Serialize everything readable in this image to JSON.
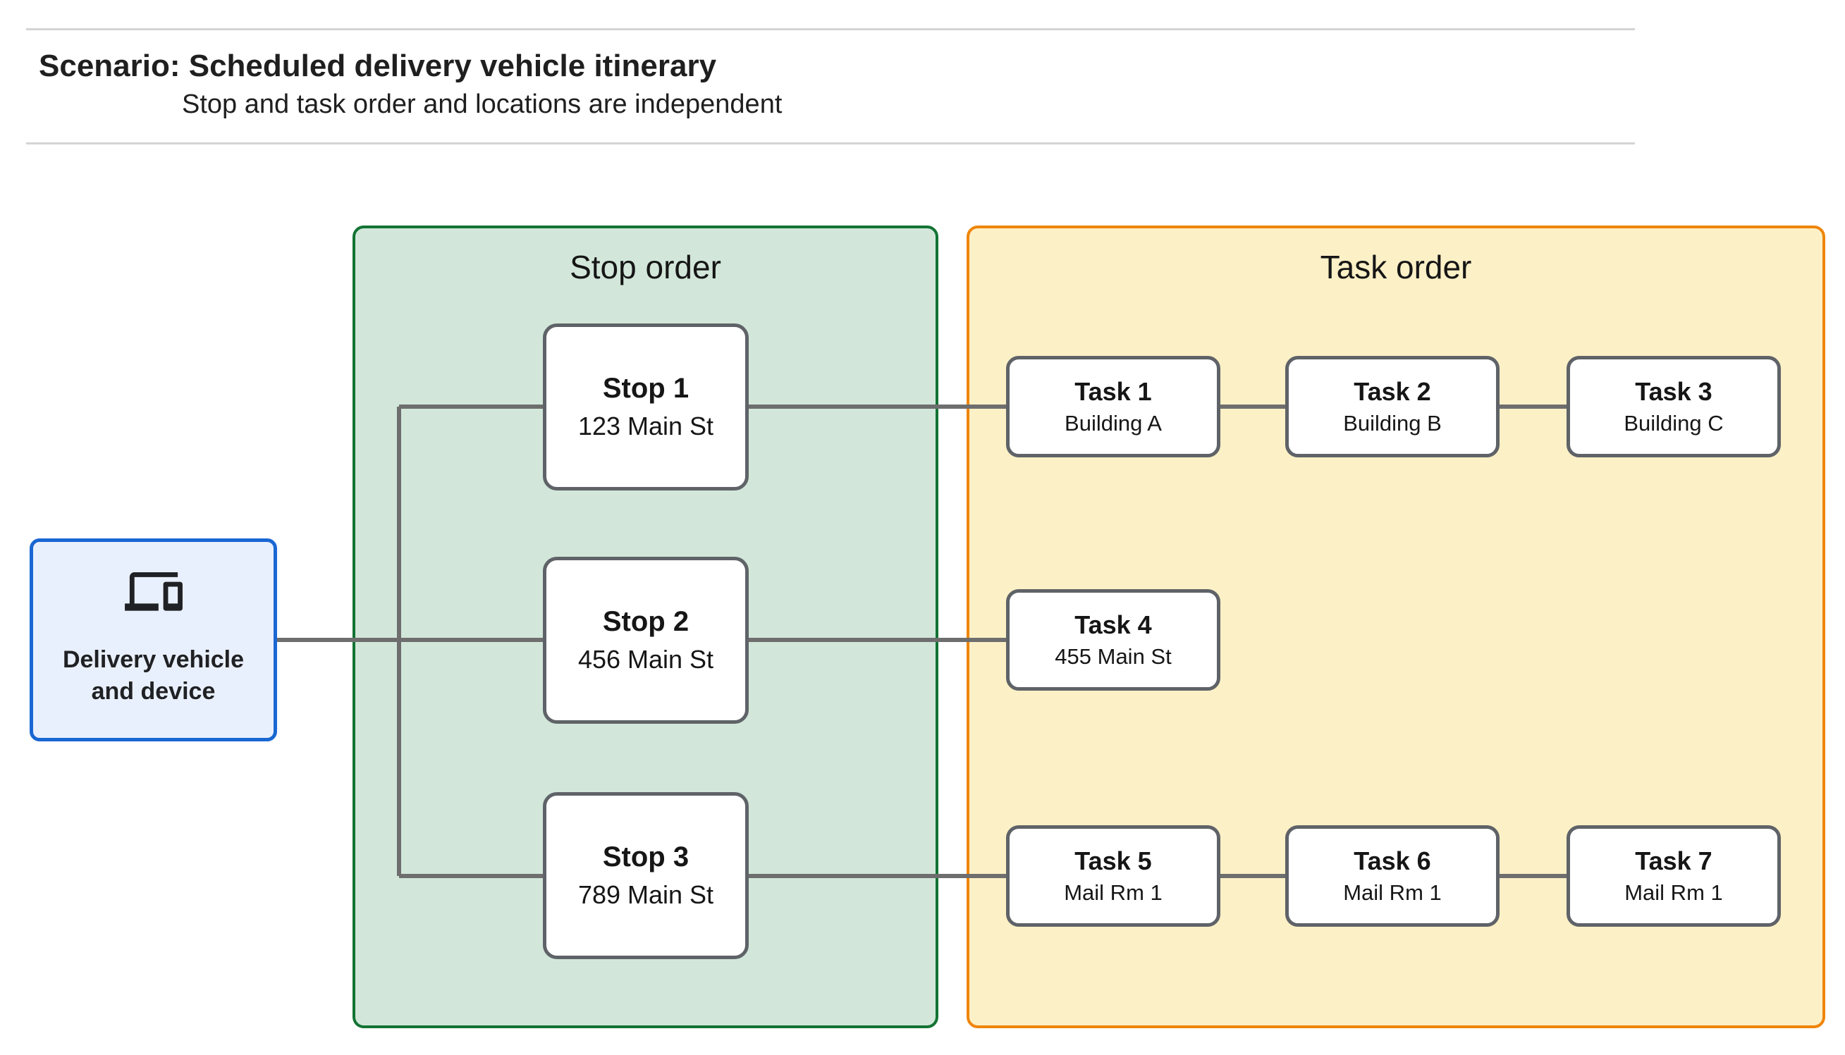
{
  "colors": {
    "page-bg": "#ffffff",
    "rule": "#d4d4d4",
    "text": "#1f1f1f",
    "connector": "#6e6e6e",
    "node-border": "#5f6368",
    "node-bg": "#ffffff",
    "stop-panel-bg": "#d2e7da",
    "stop-panel-border": "#137333",
    "task-panel-bg": "#fcf0c6",
    "task-panel-border": "#ef8509",
    "vehicle-bg": "#e9f0fd",
    "vehicle-border": "#1967d2",
    "icon": "#202124"
  },
  "header": {
    "title": "Scenario: Scheduled delivery vehicle itinerary",
    "subtitle": "Stop and task order and locations are independent"
  },
  "vehicle": {
    "label_line1": "Delivery vehicle",
    "label_line2": "and device",
    "icon": "devices-icon"
  },
  "panels": {
    "stop_order": {
      "title": "Stop order"
    },
    "task_order": {
      "title": "Task order"
    }
  },
  "stops": [
    {
      "name": "Stop 1",
      "location": "123 Main St"
    },
    {
      "name": "Stop 2",
      "location": "456 Main St"
    },
    {
      "name": "Stop 3",
      "location": "789 Main St"
    }
  ],
  "task_rows": [
    {
      "for_stop": "Stop 1",
      "tasks": [
        {
          "name": "Task 1",
          "location": "Building A"
        },
        {
          "name": "Task 2",
          "location": "Building B"
        },
        {
          "name": "Task 3",
          "location": "Building C"
        }
      ]
    },
    {
      "for_stop": "Stop 2",
      "tasks": [
        {
          "name": "Task 4",
          "location": "455 Main St"
        }
      ]
    },
    {
      "for_stop": "Stop 3",
      "tasks": [
        {
          "name": "Task 5",
          "location": "Mail Rm 1"
        },
        {
          "name": "Task 6",
          "location": "Mail Rm 1"
        },
        {
          "name": "Task 7",
          "location": "Mail Rm 1"
        }
      ]
    }
  ],
  "connections": [
    {
      "from": "Delivery vehicle and device",
      "to": "Stop 1, Stop 2, Stop 3"
    },
    {
      "from": "Stop 1",
      "to": "Task 1 → Task 2 → Task 3"
    },
    {
      "from": "Stop 2",
      "to": "Task 4"
    },
    {
      "from": "Stop 3",
      "to": "Task 5 → Task 6 → Task 7"
    }
  ]
}
